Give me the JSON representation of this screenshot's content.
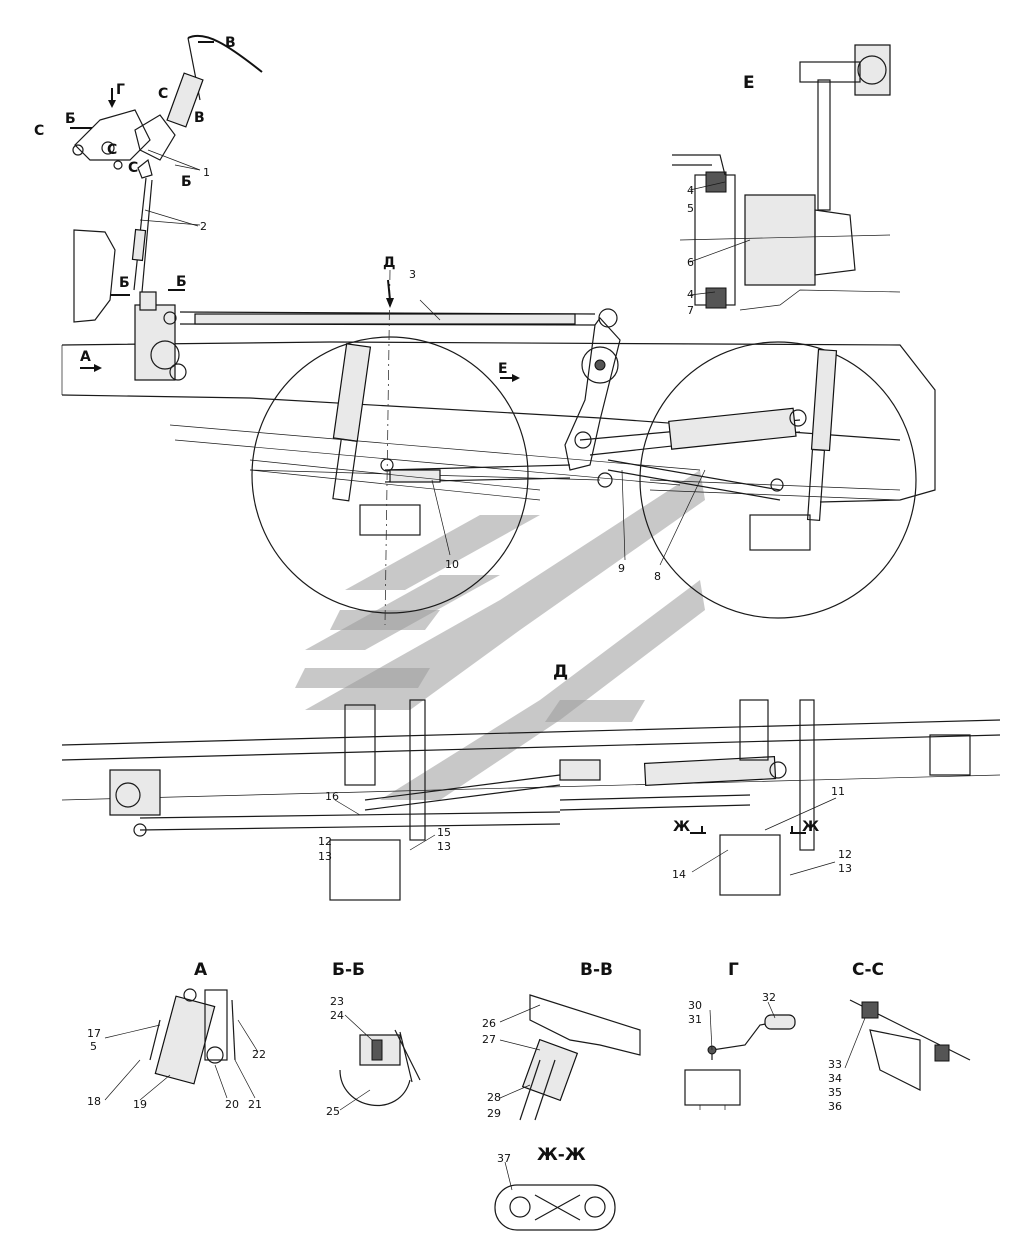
{
  "views": {
    "A": "А",
    "BB": "Б-Б",
    "VV": "В-В",
    "G": "Г",
    "SS": "С-С",
    "E": "Е",
    "D": "Д",
    "ZhZh": "Ж-Ж"
  },
  "section_marks": {
    "B": "Б",
    "V": "В",
    "G": "Г",
    "S": "С",
    "D": "Д",
    "A": "А",
    "E": "Е",
    "Zh": "Ж"
  },
  "callouts": {
    "n1": "1",
    "n2": "2",
    "n3": "3",
    "n4": "4",
    "n5": "5",
    "n6": "6",
    "n7": "7",
    "n8": "8",
    "n9": "9",
    "n10": "10",
    "n11": "11",
    "n12": "12",
    "n13": "13",
    "n14": "14",
    "n15": "15",
    "n16": "16",
    "n17": "17",
    "n18": "18",
    "n19": "19",
    "n20": "20",
    "n21": "21",
    "n22": "22",
    "n23": "23",
    "n24": "24",
    "n25": "25",
    "n26": "26",
    "n27": "27",
    "n28": "28",
    "n29": "29",
    "n30": "30",
    "n31": "31",
    "n32": "32",
    "n33": "33",
    "n34": "34",
    "n35": "35",
    "n36": "36",
    "n37": "37"
  }
}
